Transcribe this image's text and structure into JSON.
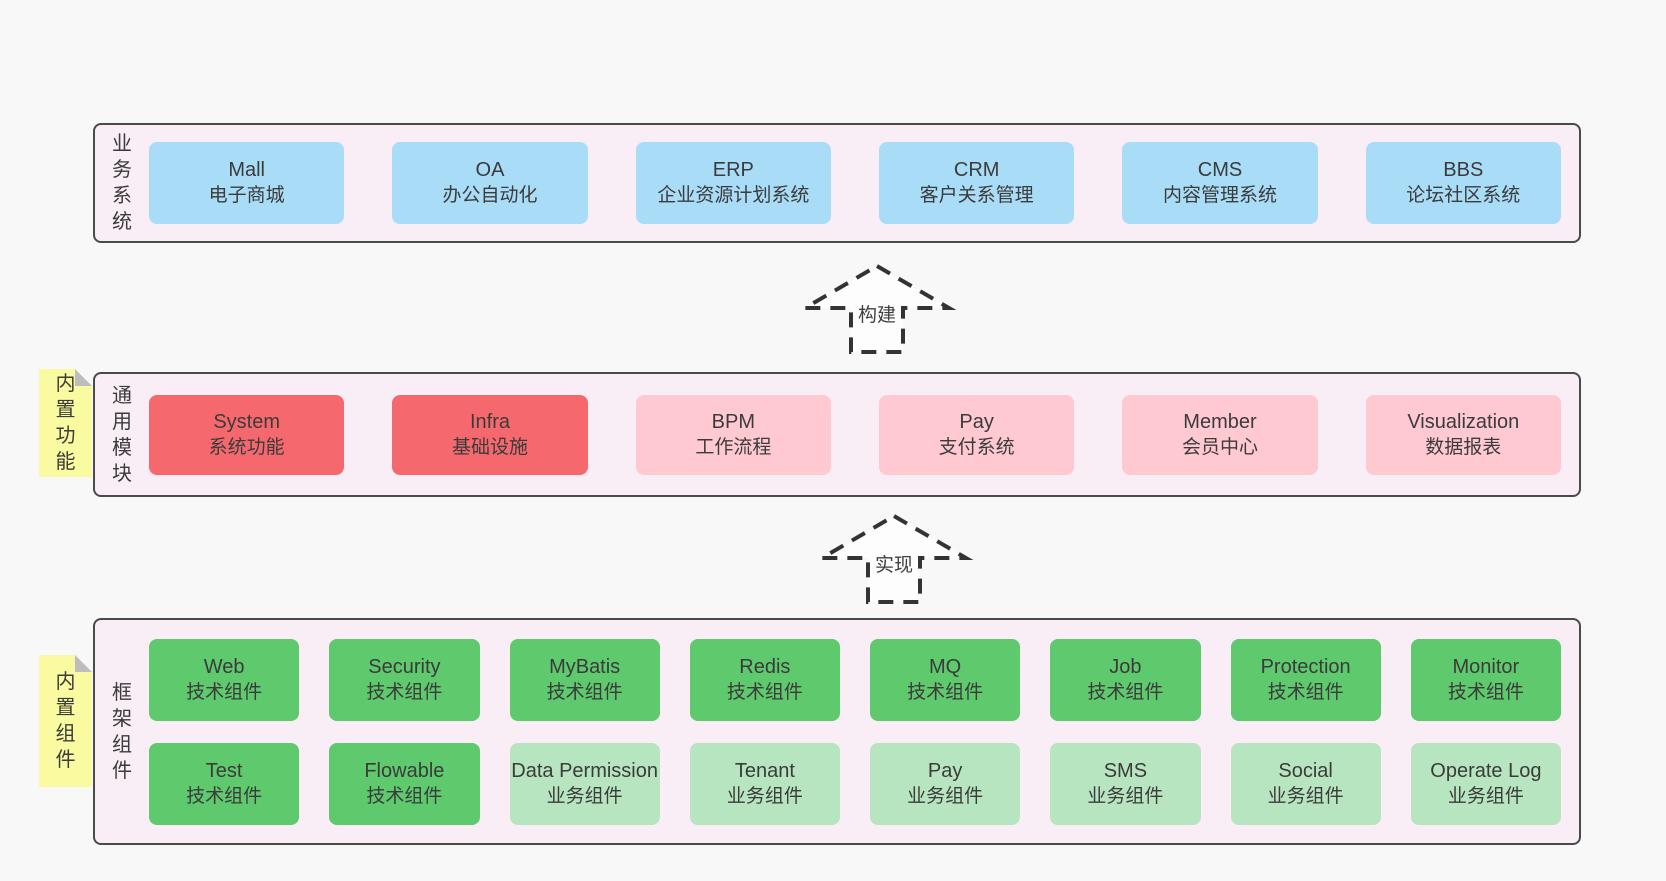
{
  "colors": {
    "page-bg": "#f8f8f8",
    "band-bg": "#f9edf6",
    "band-border": "#4a4a4b",
    "blue": "#a9dcf7",
    "red": "#f5696e",
    "pink": "#ffc9d1",
    "green-dark": "#5ec96d",
    "green-light": "#b7e5bf",
    "note-bg": "#fafaa0",
    "fold": "#bdbdbd",
    "arrow": "#333333",
    "text": "#3b3b3b"
  },
  "arrows": [
    {
      "label": "构建"
    },
    {
      "label": "实现"
    }
  ],
  "bands": [
    {
      "label": "业务系统",
      "note": null,
      "rows": [
        [
          {
            "name": "Mall",
            "desc": "电子商城",
            "variant": "blue"
          },
          {
            "name": "OA",
            "desc": "办公自动化",
            "variant": "blue"
          },
          {
            "name": "ERP",
            "desc": "企业资源计划系统",
            "variant": "blue"
          },
          {
            "name": "CRM",
            "desc": "客户关系管理",
            "variant": "blue"
          },
          {
            "name": "CMS",
            "desc": "内容管理系统",
            "variant": "blue"
          },
          {
            "name": "BBS",
            "desc": "论坛社区系统",
            "variant": "blue"
          }
        ]
      ]
    },
    {
      "label": "通用模块",
      "note": "内置功能",
      "rows": [
        [
          {
            "name": "System",
            "desc": "系统功能",
            "variant": "red"
          },
          {
            "name": "Infra",
            "desc": "基础设施",
            "variant": "red"
          },
          {
            "name": "BPM",
            "desc": "工作流程",
            "variant": "pink"
          },
          {
            "name": "Pay",
            "desc": "支付系统",
            "variant": "pink"
          },
          {
            "name": "Member",
            "desc": "会员中心",
            "variant": "pink"
          },
          {
            "name": "Visualization",
            "desc": "数据报表",
            "variant": "pink"
          }
        ]
      ]
    },
    {
      "label": "框架组件",
      "note": "内置组件",
      "rows": [
        [
          {
            "name": "Web",
            "desc": "技术组件",
            "variant": "green-dark"
          },
          {
            "name": "Security",
            "desc": "技术组件",
            "variant": "green-dark"
          },
          {
            "name": "MyBatis",
            "desc": "技术组件",
            "variant": "green-dark"
          },
          {
            "name": "Redis",
            "desc": "技术组件",
            "variant": "green-dark"
          },
          {
            "name": "MQ",
            "desc": "技术组件",
            "variant": "green-dark"
          },
          {
            "name": "Job",
            "desc": "技术组件",
            "variant": "green-dark"
          },
          {
            "name": "Protection",
            "desc": "技术组件",
            "variant": "green-dark"
          },
          {
            "name": "Monitor",
            "desc": "技术组件",
            "variant": "green-dark"
          }
        ],
        [
          {
            "name": "Test",
            "desc": "技术组件",
            "variant": "green-dark"
          },
          {
            "name": "Flowable",
            "desc": "技术组件",
            "variant": "green-dark"
          },
          {
            "name": "Data Permission",
            "desc": "业务组件",
            "variant": "green-light"
          },
          {
            "name": "Tenant",
            "desc": "业务组件",
            "variant": "green-light"
          },
          {
            "name": "Pay",
            "desc": "业务组件",
            "variant": "green-light"
          },
          {
            "name": "SMS",
            "desc": "业务组件",
            "variant": "green-light"
          },
          {
            "name": "Social",
            "desc": "业务组件",
            "variant": "green-light"
          },
          {
            "name": "Operate Log",
            "desc": "业务组件",
            "variant": "green-light"
          }
        ]
      ]
    }
  ]
}
